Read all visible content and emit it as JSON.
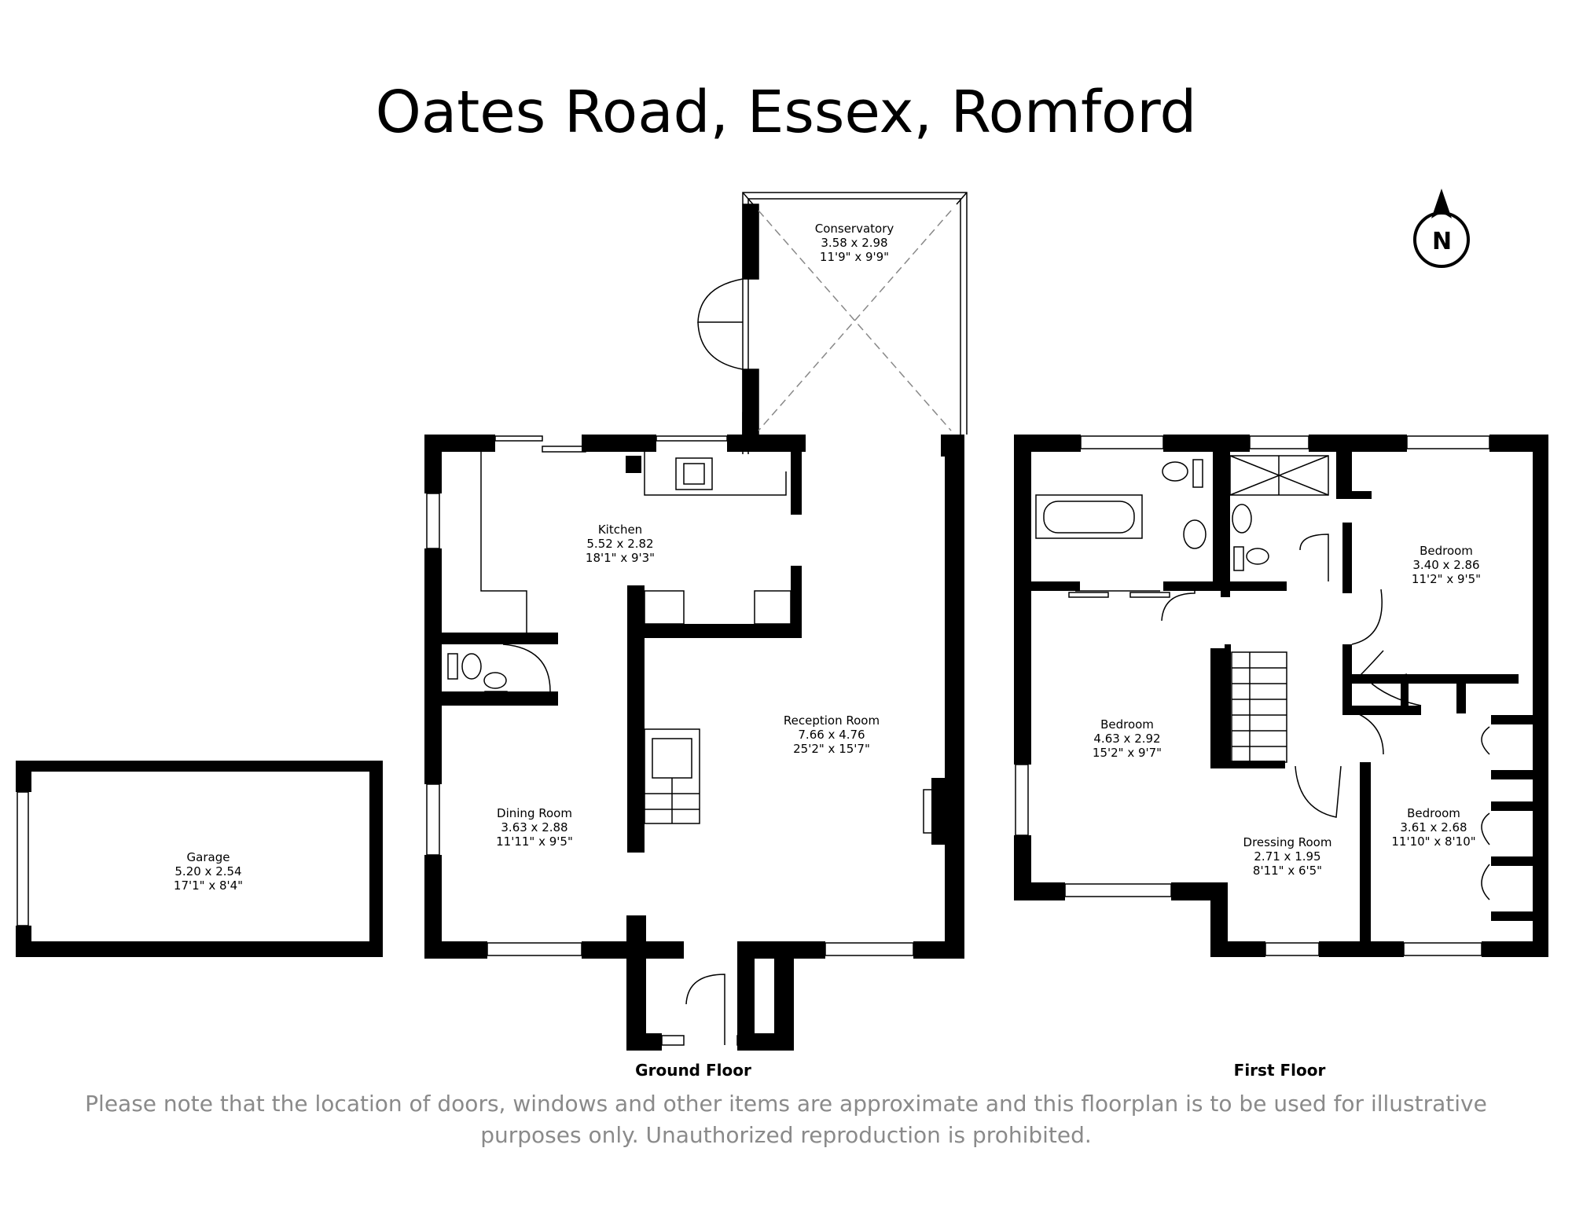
{
  "title": "Oates Road, Essex, Romford",
  "compass": {
    "label": "N"
  },
  "floors": {
    "ground": "Ground Floor",
    "first": "First Floor"
  },
  "disclaimer": {
    "line1": "Please note that the location of doors, windows and other items are approximate and this floorplan is to be used for illustrative",
    "line2": "purposes only. Unauthorized reproduction is prohibited."
  },
  "rooms": {
    "conservatory": {
      "name": "Conservatory",
      "metric": "3.58 x 2.98",
      "imperial": "11'9\" x 9'9\""
    },
    "kitchen": {
      "name": "Kitchen",
      "metric": "5.52 x 2.82",
      "imperial": "18'1\" x 9'3\""
    },
    "reception": {
      "name": "Reception Room",
      "metric": "7.66 x 4.76",
      "imperial": "25'2\" x 15'7\""
    },
    "dining": {
      "name": "Dining Room",
      "metric": "3.63 x 2.88",
      "imperial": "11'11\" x 9'5\""
    },
    "garage": {
      "name": "Garage",
      "metric": "5.20 x 2.54",
      "imperial": "17'1\" x 8'4\""
    },
    "bedroom_1": {
      "name": "Bedroom",
      "metric": "4.63 x 2.92",
      "imperial": "15'2\" x 9'7\""
    },
    "bedroom_2": {
      "name": "Bedroom",
      "metric": "3.40 x 2.86",
      "imperial": "11'2\" x 9'5\""
    },
    "bedroom_3": {
      "name": "Bedroom",
      "metric": "3.61 x 2.68",
      "imperial": "11'10\" x 8'10\""
    },
    "dressing": {
      "name": "Dressing Room",
      "metric": "2.71 x 1.95",
      "imperial": "8'11\" x 6'5\""
    }
  }
}
